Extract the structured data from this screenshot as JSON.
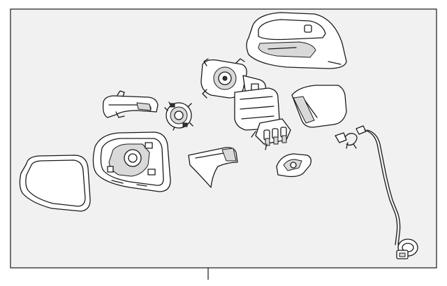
{
  "diagram": {
    "panel_fill": "#f1f1f1",
    "line_color": "#1a1a1a",
    "parts": [
      {
        "name": "mirror-glass"
      },
      {
        "name": "mirror-housing-bracket"
      },
      {
        "name": "mirror-trim-cover"
      },
      {
        "name": "turn-signal-lamp"
      },
      {
        "name": "actuator-motor"
      },
      {
        "name": "trim-wedge"
      },
      {
        "name": "mirror-assembly-motor-base"
      },
      {
        "name": "upper-cover-cap"
      },
      {
        "name": "side-cover"
      },
      {
        "name": "mounting-gasket"
      },
      {
        "name": "wiring-harness"
      }
    ],
    "callout_line": true
  }
}
